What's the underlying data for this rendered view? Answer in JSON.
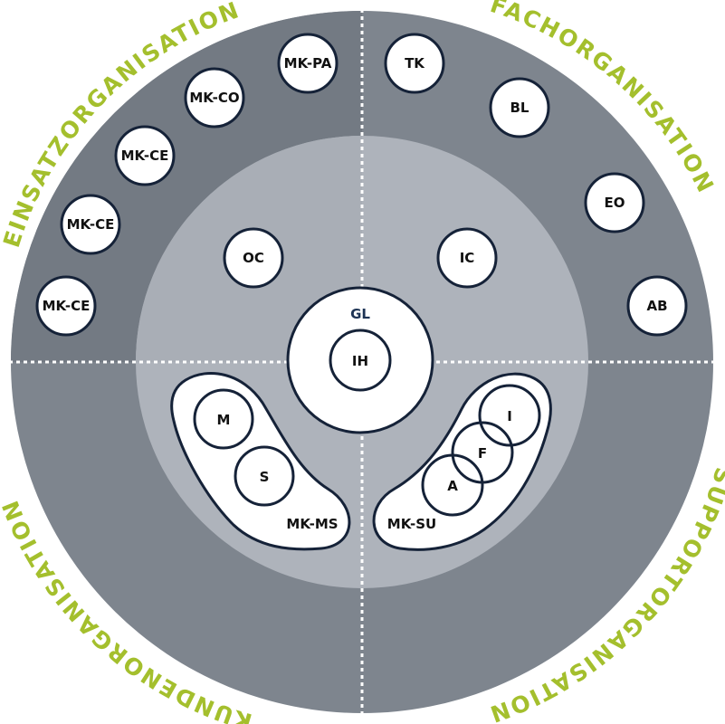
{
  "colors": {
    "outer_ring": "#7e858e",
    "inner_ring": "#aeb3bb",
    "accent_text": "#a4bf2d",
    "node_stroke": "#152238",
    "gl_text": "#1d3354"
  },
  "quadrant_titles": {
    "top_left": "EINSATZORGANISATION",
    "top_right": "FACHORGANISATION",
    "bottom_right": "SUPPORTORGANISATION",
    "bottom_left": "KUNDENORGANISATION"
  },
  "nodes": {
    "mk_pa": "MK-PA",
    "mk_co": "MK-CO",
    "mk_ce_1": "MK-CE",
    "mk_ce_2": "MK-CE",
    "mk_ce_3": "MK-CE",
    "tk": "TK",
    "bl": "BL",
    "eo": "EO",
    "ab": "AB",
    "oc": "OC",
    "ic": "IC",
    "gl": "GL",
    "ih": "IH",
    "m": "M",
    "s": "S",
    "mk_ms": "MK-MS",
    "i": "I",
    "f": "F",
    "a": "A",
    "mk_su": "MK-SU"
  }
}
